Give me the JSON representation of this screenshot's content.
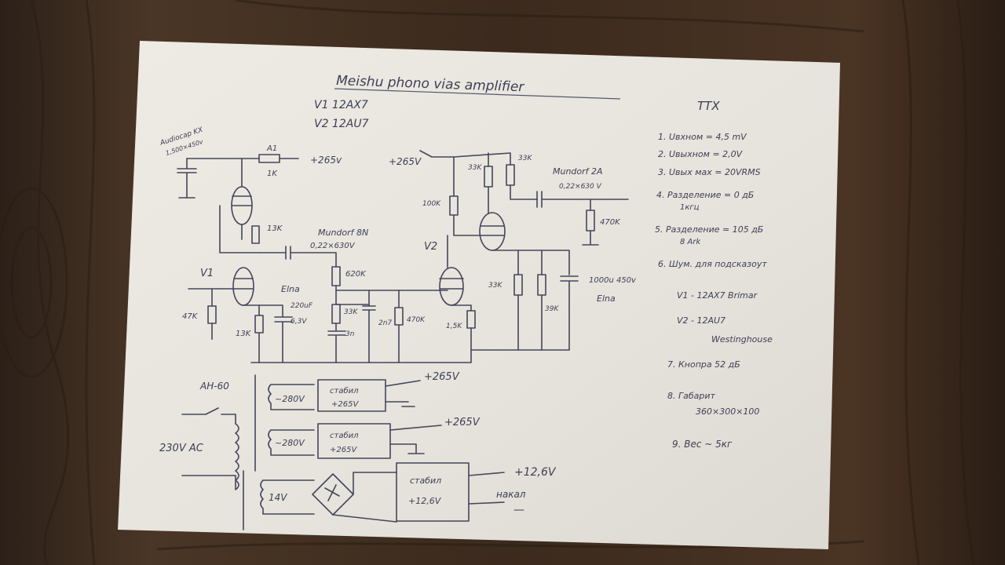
{
  "title": "Meishu phono vias amplifier",
  "tubes": {
    "v1": "V1   12AX7",
    "v2": "V2   12AU7"
  },
  "header_right": "TTX",
  "specs": [
    "1. Uвхном = 4,5 mV",
    "2. Uвыхном = 2,0V",
    "3. Uвых мах = 20VRMS",
    "4. Разделение = 0 дБ",
    "    1кгц",
    "5. Разделение = 105 дБ",
    "    8 Ark",
    "6. Шум. для подсказоут",
    "V1 - 12AX7 Brimar",
    "V2 - 12AU7",
    "Westinghouse",
    "7. Кнопра 52 дБ",
    "8. Габарит",
    "360×300×100",
    "9. Вес ~ 5кг"
  ],
  "schematic": {
    "cap_input": "Audiocap KX",
    "cap_input_val": "1,500×450v",
    "r_a1": "A1",
    "r_1k": "1K",
    "plus_265a": "+265v",
    "r_13k": "13K",
    "cap_mundorf_8n": "Mundorf 8N",
    "cap_mundorf_8n_val": "0,22×630V",
    "label_v1": "V1",
    "r_47k": "47K",
    "r_13k_b": "13K",
    "elna": "Elna",
    "elna_val": "220uF",
    "elna_v": "6,3V",
    "r_620k": "620K",
    "r_33k": "33K",
    "c_2n7": "2n7",
    "r_470k_b": "470K",
    "c_3n": "3n",
    "label_v2": "V2",
    "r_100k": "100K",
    "plus_265b": "+265V",
    "r_33k_top": "33K",
    "r_33k_top2": "33K",
    "cap_mundorf_2a": "Mundorf 2A",
    "cap_mundorf_2a_val": "0,22×630 V",
    "r_470k": "470K",
    "r_1_5k": "1,5K",
    "r_33k_c": "33K",
    "r_39k": "39K",
    "cap_1000u": "1000u 450v",
    "elna_b": "Elna",
    "trafo": "AH-60",
    "ac_in": "230V AC",
    "winding1": "~280V",
    "winding2": "~280V",
    "winding3": "14V",
    "stab1_a": "стабил",
    "stab1_b": "+265V",
    "stab2_a": "стабил",
    "stab2_b": "+265V",
    "stab3_a": "стабил",
    "stab3_b": "+12,6V",
    "out1": "+265V",
    "out2": "+265V",
    "out3": "+12,6V",
    "heater": "накал",
    "minus": "—"
  },
  "colors": {
    "paper": "#e9e6df",
    "ink": "#3d3f55",
    "wood": "#3a2a1e"
  }
}
